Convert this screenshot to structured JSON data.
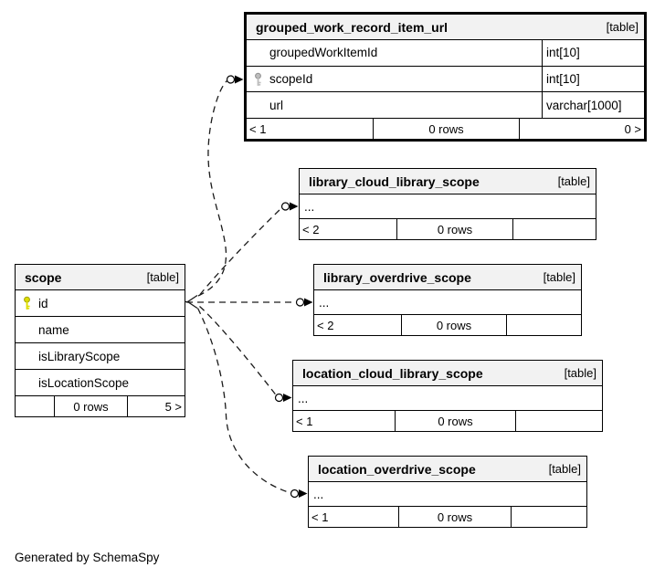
{
  "note": "Generated by SchemaSpy",
  "colors": {
    "header_bg": "#f2f2f2",
    "border": "#000000",
    "pk_key_fill": "#dede00",
    "pk_key_stroke": "#a0a000",
    "fk_key_fill": "#bdbdbd",
    "fk_key_stroke": "#8f8f8f"
  },
  "tables": [
    {
      "id": "grouped_work_record_item_url",
      "title": "grouped_work_record_item_url",
      "tag": "[table]",
      "columns": [
        {
          "name": "groupedWorkItemId",
          "type": "int[10]",
          "key": "none"
        },
        {
          "name": "scopeId",
          "type": "int[10]",
          "key": "fk"
        },
        {
          "name": "url",
          "type": "varchar[1000]",
          "key": "none"
        }
      ],
      "footer": [
        "< 1",
        "0 rows",
        "0 >"
      ]
    },
    {
      "id": "library_cloud_library_scope",
      "title": "library_cloud_library_scope",
      "tag": "[table]",
      "columns": [
        {
          "name": "...",
          "key": "none"
        }
      ],
      "footer": [
        "< 2",
        "0 rows",
        ""
      ]
    },
    {
      "id": "library_overdrive_scope",
      "title": "library_overdrive_scope",
      "tag": "[table]",
      "columns": [
        {
          "name": "...",
          "key": "none"
        }
      ],
      "footer": [
        "< 2",
        "0 rows",
        ""
      ]
    },
    {
      "id": "location_cloud_library_scope",
      "title": "location_cloud_library_scope",
      "tag": "[table]",
      "columns": [
        {
          "name": "...",
          "key": "none"
        }
      ],
      "footer": [
        "< 1",
        "0 rows",
        ""
      ]
    },
    {
      "id": "location_overdrive_scope",
      "title": "location_overdrive_scope",
      "tag": "[table]",
      "columns": [
        {
          "name": "...",
          "key": "none"
        }
      ],
      "footer": [
        "< 1",
        "0 rows",
        ""
      ]
    },
    {
      "id": "scope",
      "title": "scope",
      "tag": "[table]",
      "columns": [
        {
          "name": "id",
          "key": "pk"
        },
        {
          "name": "name",
          "key": "none"
        },
        {
          "name": "isLibraryScope",
          "key": "none"
        },
        {
          "name": "isLocationScope",
          "key": "none"
        }
      ],
      "footer": [
        "",
        "0 rows",
        "5 >"
      ]
    }
  ],
  "relationships": [
    {
      "from": "scope.id",
      "to": "grouped_work_record_item_url.scopeId"
    },
    {
      "from": "scope.id",
      "to": "library_cloud_library_scope"
    },
    {
      "from": "scope.id",
      "to": "library_overdrive_scope"
    },
    {
      "from": "scope.id",
      "to": "location_cloud_library_scope"
    },
    {
      "from": "scope.id",
      "to": "location_overdrive_scope"
    }
  ]
}
